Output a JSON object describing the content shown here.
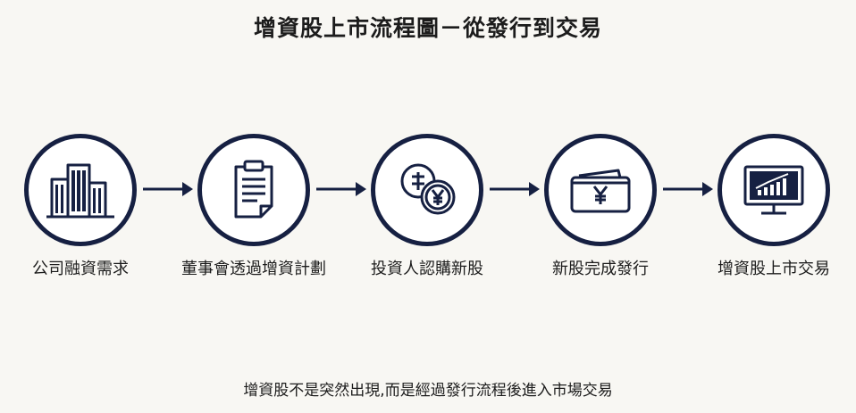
{
  "title": "增資股上市流程圖－從發行到交易",
  "steps": [
    {
      "label": "公司融資需求",
      "icon": "office-building-icon"
    },
    {
      "label": "董事會透過增資計劃",
      "icon": "clipboard-document-icon"
    },
    {
      "label": "投資人認購新股",
      "icon": "coins-icon"
    },
    {
      "label": "新股完成發行",
      "icon": "wallet-icon"
    },
    {
      "label": "增資股上市交易",
      "icon": "stock-monitor-icon"
    }
  ],
  "footer": "增資股不是突然出現,而是經過發行流程後進入市場交易",
  "colors": {
    "accent": "#162042",
    "background": "#f8f7f3"
  }
}
